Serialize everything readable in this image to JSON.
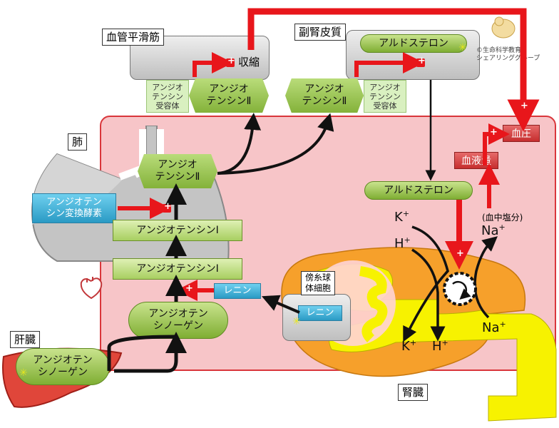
{
  "organs": {
    "vascular_smooth_muscle": "血管平滑筋",
    "adrenal_cortex": "副腎皮質",
    "lung": "肺",
    "liver": "肝臓",
    "kidney": "腎臓",
    "juxtaglomerular": "傍糸球\n体細胞"
  },
  "molecules": {
    "ang2_vascular": "アンジオ\nテンシンⅡ",
    "ang2_adrenal": "アンジオ\nテンシンⅡ",
    "ang2_lung": "アンジオ\nテンシンⅡ",
    "ang1_lung": "アンジオテンシンⅠ",
    "ang1_blood": "アンジオテンシンⅠ",
    "angiotensinogen_blood": "アンジオテン\nシノーゲン",
    "angiotensinogen_liver": "アンジオテン\nシノーゲン",
    "aldosterone_adrenal": "アルドステロン",
    "aldosterone_blood": "アルドステロン"
  },
  "receptors": {
    "vascular": "アンジオ\nテンシン\n受容体",
    "adrenal": "アンジオ\nテンシン\n受容体"
  },
  "enzymes": {
    "ace": "アンジオテン\nシン変換酵素",
    "renin_blood": "レニン",
    "renin_cell": "レニン"
  },
  "effects": {
    "contraction": "収縮",
    "blood_pressure": "血圧",
    "blood_volume": "血液量",
    "plus": "+"
  },
  "ions": {
    "k_top": "K",
    "k_top_sup": "+",
    "h_top": "H",
    "h_top_sup": "+",
    "na_top": "Na",
    "na_top_sup": "+",
    "plasma_salt": "(血中塩分)",
    "k_bottom": "K",
    "k_bottom_sup": "+",
    "h_bottom": "H",
    "h_bottom_sup": "+",
    "na_bottom": "Na",
    "na_bottom_sup": "+"
  },
  "credit": "©生命科学教育\nシェアリンググループ",
  "colors": {
    "blood_bg": "#f7c5c8",
    "blood_border": "#d9363b",
    "arrow_red": "#e8161b",
    "molecule_green": "#8dbb46",
    "enzyme_blue": "#2a9ac4",
    "kidney_orange": "#f6a02b",
    "tubule_yellow": "#f7f200"
  }
}
